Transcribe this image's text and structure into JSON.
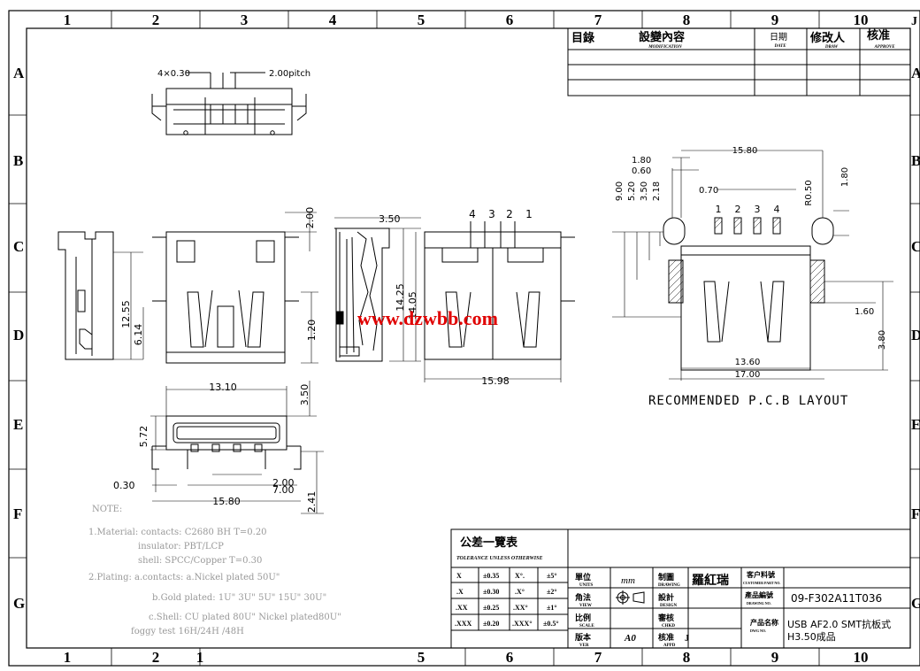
{
  "grid": {
    "cols_top": [
      "1",
      "2",
      "3",
      "4",
      "5",
      "6",
      "7",
      "8",
      "9",
      "10"
    ],
    "cols_bottom": [
      "1",
      "2",
      "1",
      "5",
      "6",
      "7",
      "8",
      "9",
      "10"
    ],
    "rows_left": [
      "A",
      "B",
      "C",
      "D",
      "E",
      "F",
      "G"
    ],
    "rows_right": [
      "A",
      "B",
      "C",
      "D",
      "E",
      "F",
      "G"
    ],
    "corner_mark": "J"
  },
  "revision": {
    "catalog": "目錄",
    "modification": "設變內容",
    "modification_en": "MODIFICATION",
    "date": "日期",
    "date_en": "DATE",
    "drawn": "修改人",
    "drawn_en": "DRAW",
    "approve": "核准",
    "approve_en": "APPROVE"
  },
  "watermark": "www.dzwbb.com",
  "top_view": {
    "pin_width": "4×0.30",
    "pitch": "2.00pitch"
  },
  "left_view": {
    "dim_1255": "12.55",
    "dim_614": "6.14",
    "dim_200": "2.00",
    "dim_120": "1.20"
  },
  "side_view": {
    "dim_350": "3.50",
    "dim_1425": "14.25",
    "dim_1405": "14.05"
  },
  "front_view": {
    "pins": [
      "4",
      "3",
      "2",
      "1"
    ],
    "dim_1598": "15.98"
  },
  "bottom_view": {
    "dim_1310": "13.10",
    "dim_350": "3.50",
    "dim_572": "5.72",
    "dim_030": "0.30",
    "dim_200": "2.00",
    "dim_700": "7.00",
    "dim_1580": "15.80",
    "dim_241": "2.41"
  },
  "pcb": {
    "d180": "1.80",
    "d060": "0.60",
    "d1580": "15.80",
    "d900": "9.00",
    "d520": "5.20",
    "d350": "3.50",
    "d218": "2.18",
    "d070": "0.70",
    "pins": [
      "1",
      "2",
      "3",
      "4"
    ],
    "dr050": "R0.50",
    "d180b": "1.80",
    "d160": "1.60",
    "d380": "3.80",
    "d1360": "13.60",
    "d1700": "17.00",
    "title": "RECOMMENDED P.C.B LAYOUT"
  },
  "notes": {
    "title": "NOTE:",
    "l1": "1.Material: contacts: C2680 BH T=0.20",
    "l2": "insulator: PBT/LCP",
    "l3": "shell: SPCC/Copper  T=0.30",
    "l4": "2.Plating: a.contacts: a.Nickel plated 50U\"",
    "l5": "b.Gold plated: 1U\"  3U\"  5U\"  15U\"  30U\"",
    "l6": "c.Shell:   CU  plated 80U\" Nickel plated80U\"",
    "l7": "foggy test 16H/24H /48H"
  },
  "tolerance": {
    "title": "公差一覽表",
    "subtitle": "TOLERANCE UNLESS OTHERWISE",
    "rows": [
      [
        "X",
        "±0.35",
        "X°.",
        "±5°"
      ],
      [
        ".X",
        "±0.30",
        ".X°",
        "±2°"
      ],
      [
        ".XX",
        "±0.25",
        ".XX°",
        "±1°"
      ],
      [
        ".XXX",
        "±0.20",
        ".XXX°",
        "±0.5°"
      ]
    ]
  },
  "titleblock": {
    "units": "單位",
    "units_en": "UNITS",
    "unit_val": "mm",
    "view": "角法",
    "view_en": "VIEW",
    "scale": "比例",
    "scale_en": "SCALE",
    "ver": "版本",
    "ver_en": "VER",
    "ver_val": "A0",
    "drawing": "制圖",
    "drawing_en": "DRAWING",
    "drawer": "羅紅瑞",
    "design": "設計",
    "design_en": "DESIGN",
    "checked": "審核",
    "checked_en": "CHKD",
    "appd": "核准",
    "appd_en": "APPD",
    "appd_val": "J",
    "cust_part": "客户料號",
    "cust_part_en": "CUSTOMER PART NO.",
    "drawing_no": "產品編號",
    "drawing_no_en": "DRAWING NO.",
    "dwg_name": "产品名称",
    "dwg_name_en": "DWG NO.",
    "part_no": "09-F302A11T036",
    "name_l1": "USB AF2.0 SMT抗板式",
    "name_l2": "H3.50成品"
  }
}
